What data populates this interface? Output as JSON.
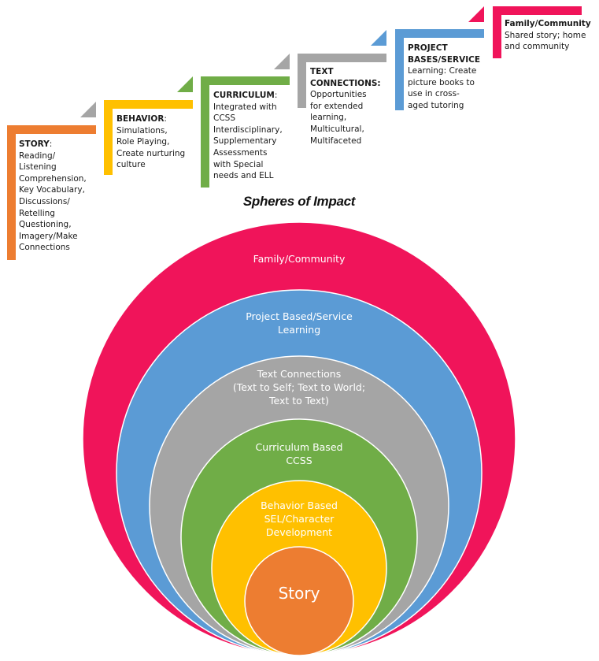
{
  "steps": [
    {
      "heading": "STORY",
      "suffix": ":",
      "lines": [
        "Reading/",
        "Listening",
        "Comprehension,",
        "Key Vocabulary,",
        "Discussions/",
        "Retelling",
        "Questioning,",
        "Imagery/Make",
        "Connections"
      ],
      "color": "#ED7D31"
    },
    {
      "heading": "BEHAVIOR",
      "suffix": ":",
      "lines": [
        "Simulations,",
        "Role Playing,",
        "Create nurturing",
        "culture"
      ],
      "color": "#FFC000"
    },
    {
      "heading": "CURRICULUM",
      "suffix": ":",
      "lines": [
        "Integrated with",
        "CCSS",
        "Interdisciplinary,",
        "Supplementary",
        "Assessments",
        "with Special",
        "needs and ELL"
      ],
      "color": "#70AD47"
    },
    {
      "heading": "TEXT",
      "heading2": "CONNECTIONS:",
      "suffix": "",
      "lines": [
        "Opportunities",
        "for extended",
        "learning,",
        "Multicultural,",
        "Multifaceted"
      ],
      "color": "#A5A5A5"
    },
    {
      "heading": "PROJECT",
      "heading2": "BASES/SERVICE",
      "suffix": "",
      "lines": [
        "Learning:  Create",
        "picture books to",
        "use in cross-",
        "aged tutoring"
      ],
      "color": "#5B9BD5"
    },
    {
      "heading": "Family/Community",
      "suffix": "",
      "lines": [
        "Shared story; home",
        "and community"
      ],
      "color": "#F0145A"
    }
  ],
  "title": "Spheres of Impact",
  "spheres": [
    {
      "name": "Family/Community",
      "lines": [
        "Family/Community"
      ],
      "color": "#F0145A"
    },
    {
      "name": "Project Based/Service Learning",
      "lines": [
        "Project Based/Service",
        "Learning"
      ],
      "color": "#5B9BD5"
    },
    {
      "name": "Text Connections",
      "lines": [
        "Text  Connections",
        "(Text to Self; Text to World;",
        "Text to Text)"
      ],
      "color": "#A5A5A5"
    },
    {
      "name": "Curriculum Based CCSS",
      "lines": [
        "Curriculum Based",
        "CCSS"
      ],
      "color": "#70AD47"
    },
    {
      "name": "Behavior Based",
      "lines": [
        "Behavior Based",
        "SEL/Character",
        "Development"
      ],
      "color": "#FFC000"
    },
    {
      "name": "Story",
      "lines": [
        "Story"
      ],
      "color": "#ED7D31"
    }
  ]
}
